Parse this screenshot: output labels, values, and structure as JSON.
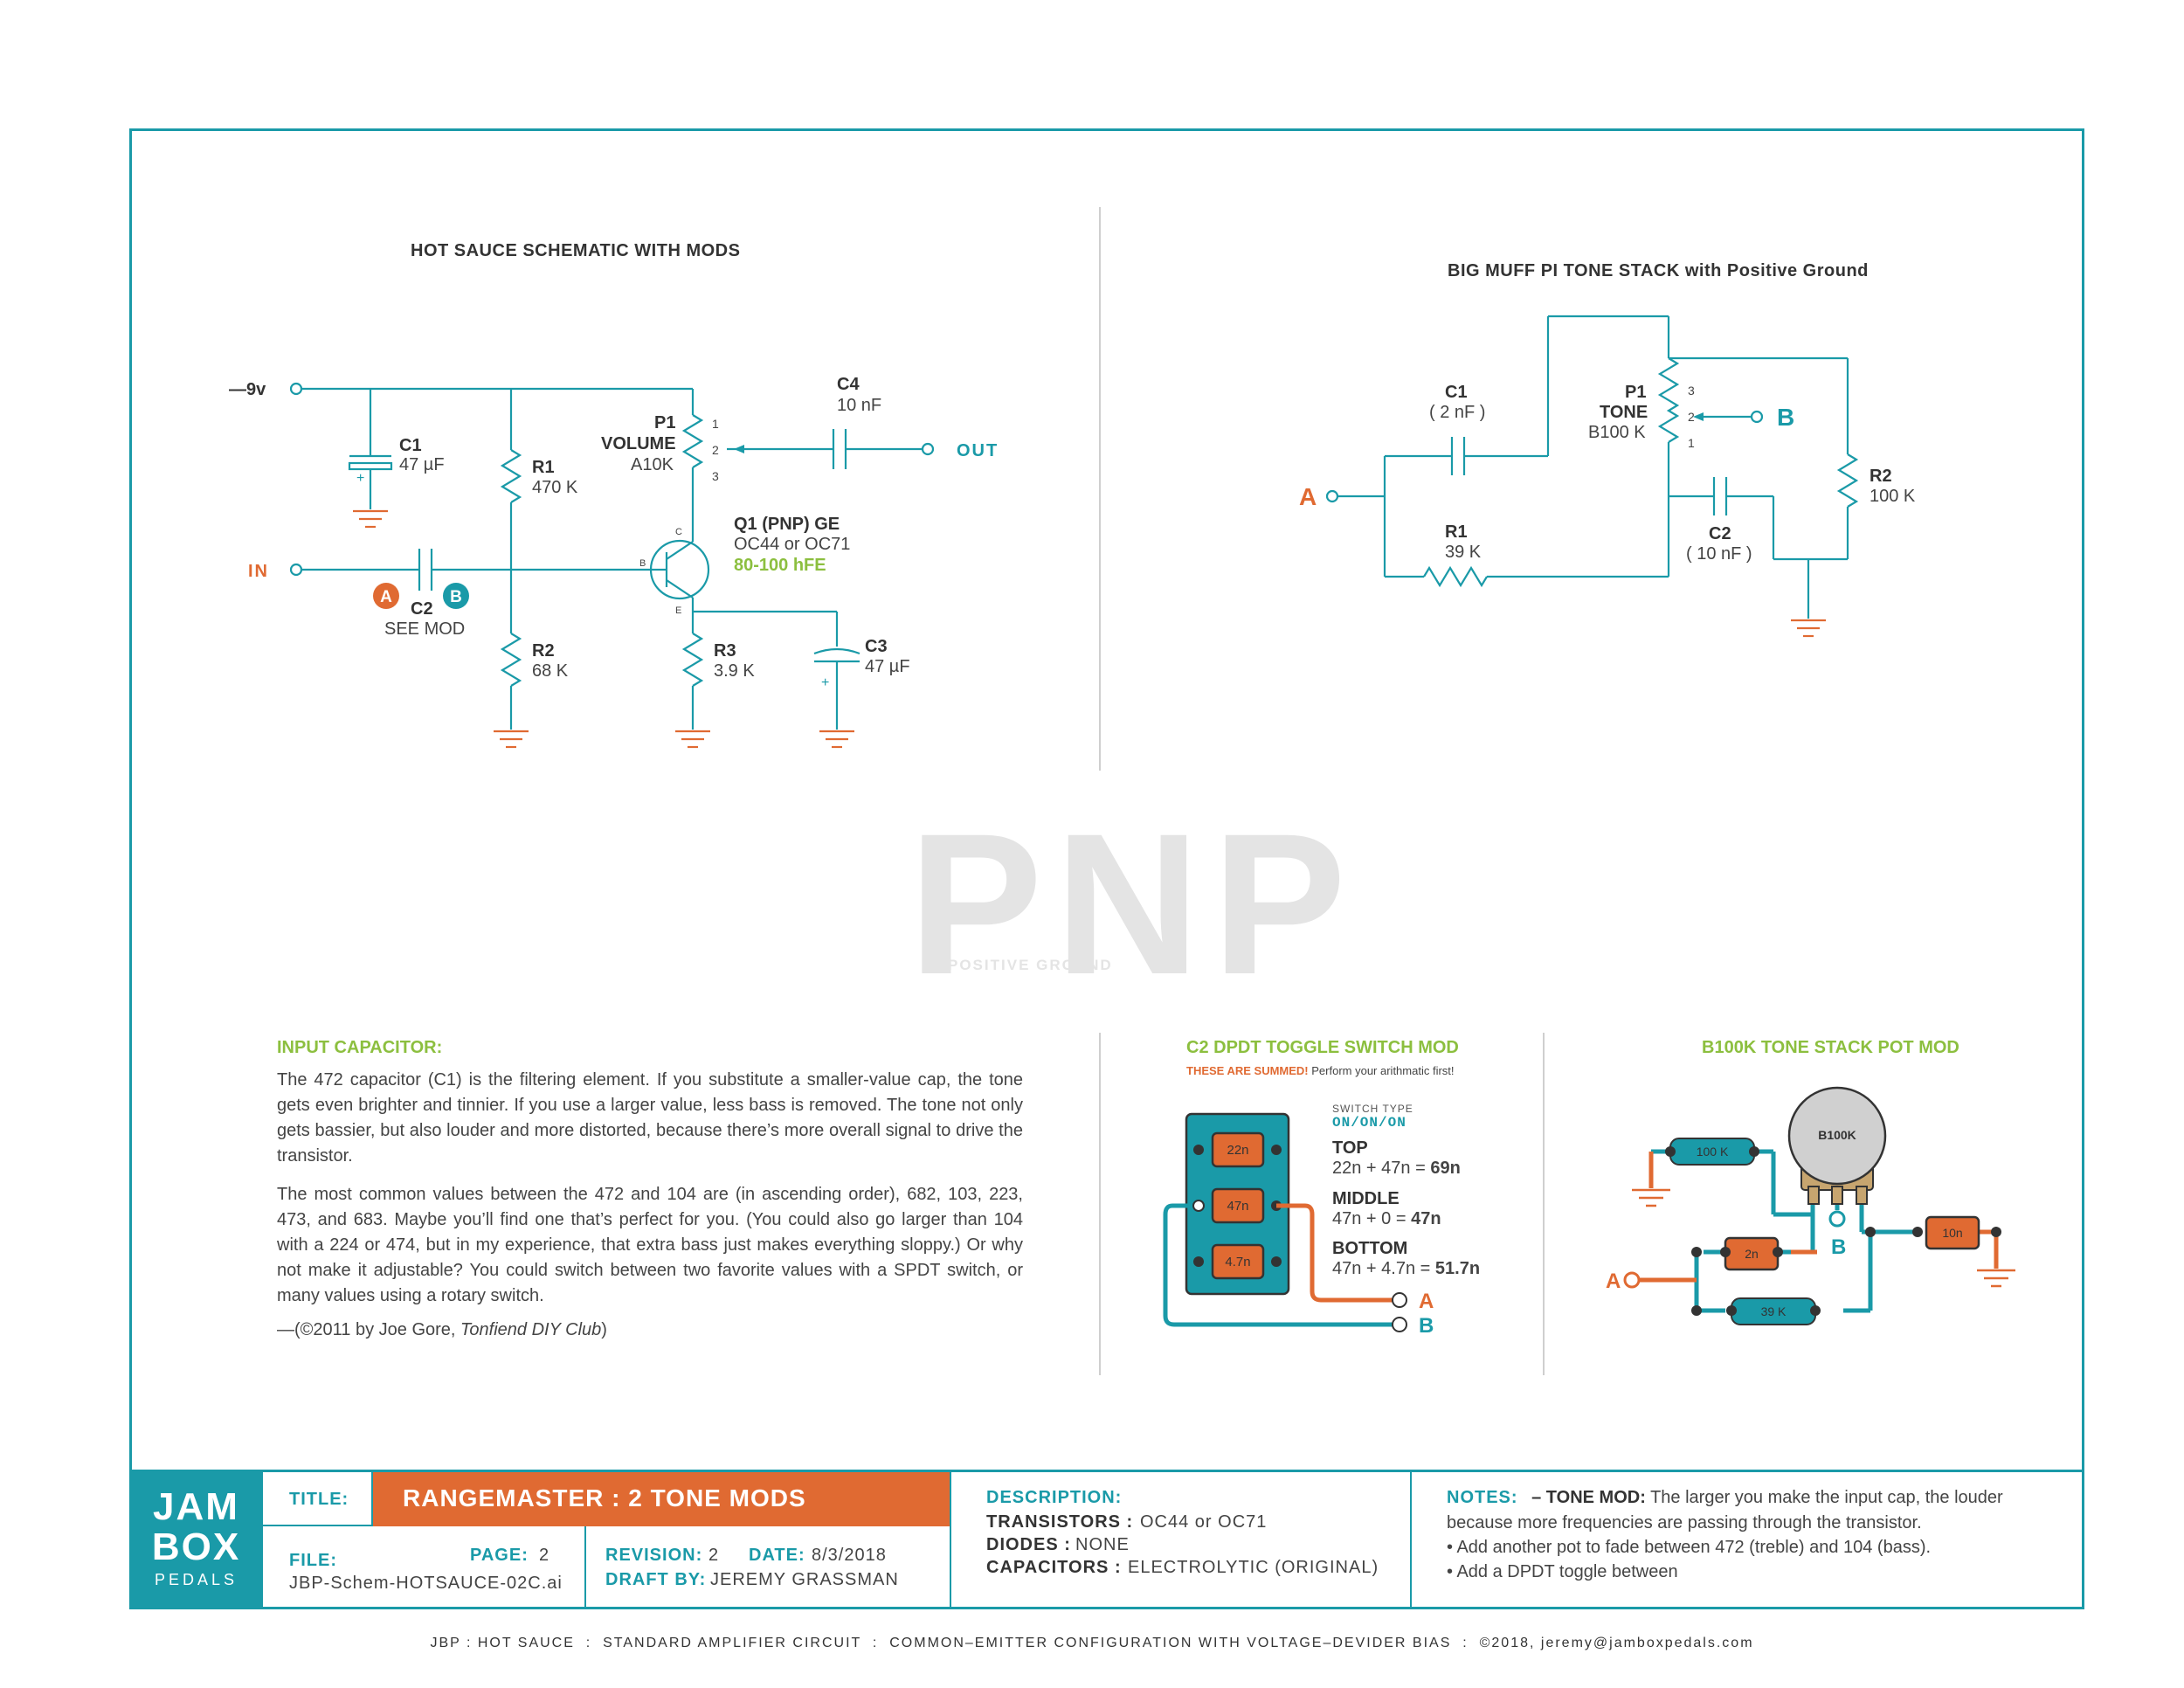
{
  "schematic": {
    "title": "HOT SAUCE SCHEMATIC WITH MODS",
    "supply": "—9v",
    "in": "IN",
    "out": "OUT",
    "c1": {
      "name": "C1",
      "value": "47 µF"
    },
    "c2": {
      "name": "C2",
      "value": "SEE MOD"
    },
    "c3": {
      "name": "C3",
      "value": "47 µF"
    },
    "c4": {
      "name": "C4",
      "value": "10 nF"
    },
    "r1": {
      "name": "R1",
      "value": "470 K"
    },
    "r2": {
      "name": "R2",
      "value": "68 K"
    },
    "r3": {
      "name": "R3",
      "value": "3.9 K"
    },
    "p1": {
      "name": "P1",
      "label": "VOLUME",
      "value": "A10K"
    },
    "q1": {
      "name": "Q1 (PNP) GE",
      "model": "OC44 or OC71",
      "hfe": "80-100 hFE"
    },
    "badge_a": "A",
    "badge_b": "B",
    "plus": "+",
    "pin1": "1",
    "pin2": "2",
    "pin3": "3",
    "pin_b": "B",
    "pin_c": "C",
    "pin_e": "E"
  },
  "tonestack": {
    "title": "BIG MUFF PI TONE STACK with Positive Ground",
    "a": "A",
    "b": "B",
    "c1": {
      "name": "C1",
      "value": "( 2 nF )"
    },
    "c2": {
      "name": "C2",
      "value": "( 10 nF )"
    },
    "r1": {
      "name": "R1",
      "value": "39 K"
    },
    "r2": {
      "name": "R2",
      "value": "100 K"
    },
    "p1": {
      "name": "P1",
      "label": "TONE",
      "value": "B100 K"
    },
    "pin1": "1",
    "pin2": "2",
    "pin3": "3"
  },
  "watermark": {
    "big": "PNP",
    "small": "POSITIVE GROUND"
  },
  "input_cap": {
    "heading": "INPUT CAPACITOR:",
    "p1": "The 472 capacitor (C1) is the filtering element. If you substitute a smaller-value cap, the tone gets even brighter and tinnier. If you use a larger value, less bass is removed. The tone not only gets bassier, but also louder and more distorted, because there’s more overall signal to drive the transistor.",
    "p2": "The most common values between the 472 and 104 are (in ascending order), 682, 103, 223, 473, and 683. Maybe you’ll find one that’s perfect for you. (You could also go larger than 104 with a 224 or 474, but in my experience, that extra bass just makes everything sloppy.) Or why not make it adjustable? You could switch between two favorite values with a SPDT switch, or many values using a rotary switch.",
    "credit_prefix": "—(©2011 by Joe Gore, ",
    "credit_italic": "Tonfiend DIY Club",
    "credit_suffix": ")"
  },
  "c2mod": {
    "heading": "C2 DPDT TOGGLE SWITCH MOD",
    "warn": "THESE ARE SUMMED!",
    "warn_rest": " Perform your arithmatic first!",
    "switch_type_label": "SWITCH TYPE",
    "switch_type": "ON/ON/ON",
    "caps": [
      "22n",
      "47n",
      "4.7n"
    ],
    "top_label": "TOP",
    "top_eq": "22n + 47n = ",
    "top_res": "69n",
    "mid_label": "MIDDLE",
    "mid_eq": "47n + 0 = ",
    "mid_res": "47n",
    "bot_label": "BOTTOM",
    "bot_eq": "47n + 4.7n = ",
    "bot_res": "51.7n",
    "a": "A",
    "b": "B"
  },
  "potmod": {
    "heading": "B100K TONE STACK POT MOD",
    "pot": "B100K",
    "r100k": "100 K",
    "c2n": "2n",
    "r39k": "39 K",
    "c10n": "10n",
    "a": "A",
    "b": "B"
  },
  "titleblock": {
    "logo1": "JAM",
    "logo2": "BOX",
    "logo3": "PEDALS",
    "title_label": "TITLE:",
    "title": "RANGEMASTER : 2 TONE MODS",
    "file_label": "FILE:",
    "file": "JBP-Schem-HOTSAUCE-02C.ai",
    "page_label": "PAGE:",
    "page": "2",
    "revision_label": "REVISION:",
    "revision": "2",
    "date_label": "DATE:",
    "date": "8/3/2018",
    "draft_label": "DRAFT BY:",
    "draft": "JEREMY GRASSMAN",
    "desc_label": "DESCRIPTION:",
    "trans_label": "TRANSISTORS :",
    "trans": "OC44 or OC71",
    "diodes_label": "DIODES :",
    "diodes": "NONE",
    "caps_label": "CAPACITORS :",
    "caps": "ELECTROLYTIC (ORIGINAL)",
    "notes_label": "NOTES:",
    "notes_bold": "– TONE MOD:",
    "notes_1": " The larger you make the input cap, the louder",
    "notes_2": "because more frequencies are passing through the transistor.",
    "notes_3": "• Add another pot to fade between 472 (treble) and 104 (bass).",
    "notes_4": "• Add a DPDT toggle between"
  },
  "footer": "JBP : HOT SAUCE  :  STANDARD AMPLIFIER CIRCUIT  :  COMMON–EMITTER CONFIGURATION WITH VOLTAGE–DEVIDER BIAS  :  ©2018, jeremy@jamboxpedals.com",
  "colors": {
    "teal": "#1a9aa8",
    "orange": "#e06a32",
    "green": "#8cbf3f"
  }
}
